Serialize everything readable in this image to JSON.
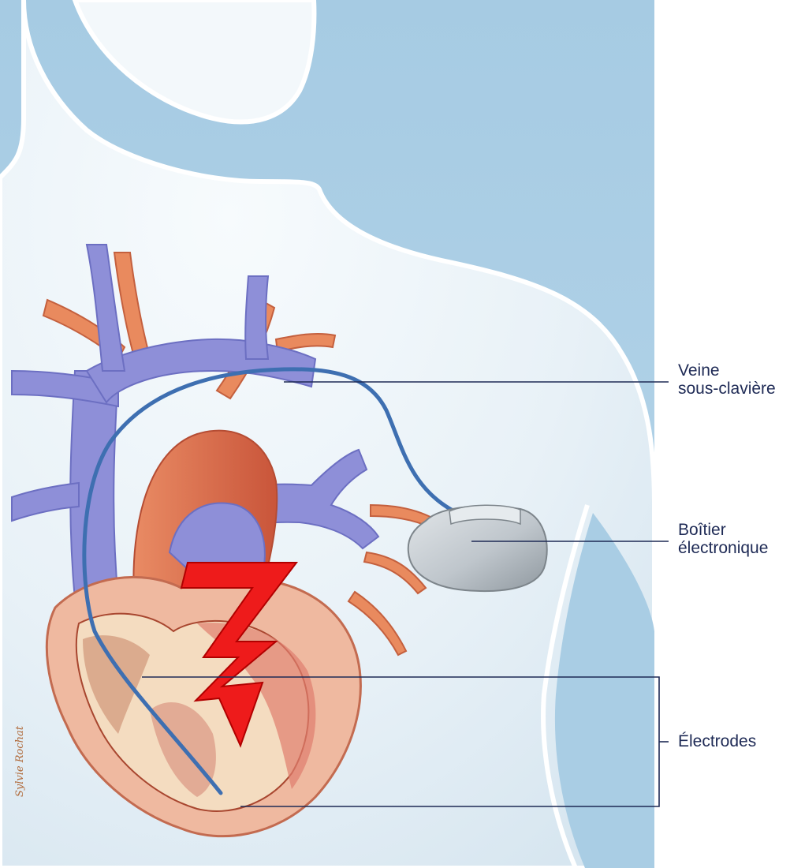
{
  "labels": {
    "veine_line1": "Veine",
    "veine_line2": "sous-clavière",
    "boitier_line1": "Boîtier",
    "boitier_line2": "électronique",
    "electrodes": "Électrodes"
  },
  "signature": "Sylvie Rochat",
  "colors": {
    "sky": "#a9cde4",
    "body": "#eaf2f8",
    "vein": "#8f8fd8",
    "artery": "#e07a52",
    "lead": "#3d6fb0",
    "device": "#c7cdd2",
    "bolt": "#ee1c1c",
    "leader": "#1e2a55"
  }
}
